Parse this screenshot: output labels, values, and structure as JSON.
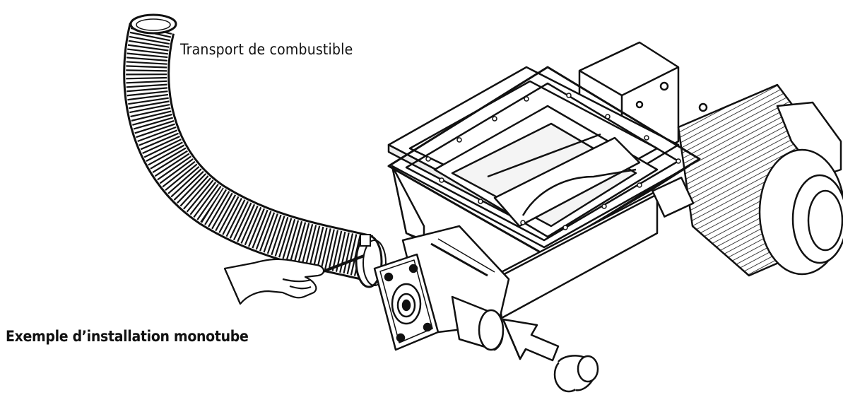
{
  "labels": {
    "transport": "Transport de combustible",
    "example": "Exemple d’installation monotube"
  },
  "colors": {
    "line": "#111111",
    "background": "#ffffff",
    "shade": "#cfcfcf"
  },
  "illustration": {
    "parts": [
      "flexible-hose",
      "hose-clamp",
      "hand-with-screwdriver",
      "feeder-hopper",
      "flange-frame",
      "auger-tube",
      "bearing-flange",
      "motor",
      "end-cap",
      "insert-arrow"
    ]
  }
}
